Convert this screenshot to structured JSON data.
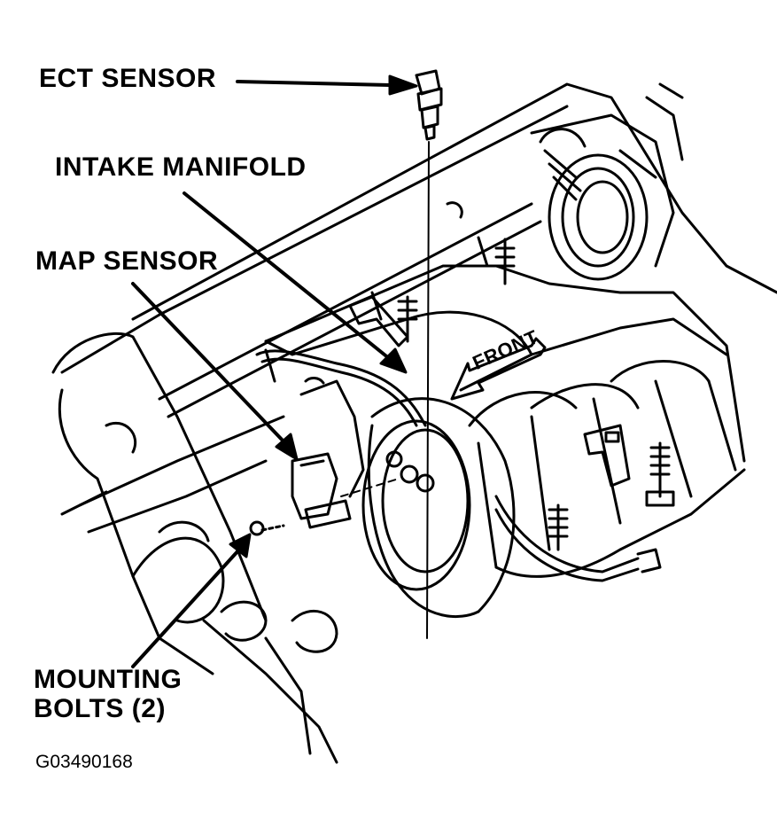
{
  "labels": {
    "ect_sensor": "ECT SENSOR",
    "intake_manifold": "INTAKE MANIFOLD",
    "map_sensor": "MAP SENSOR",
    "mounting_bolts_line1": "MOUNTING",
    "mounting_bolts_line2": "BOLTS (2)",
    "front_marking": "FRONT"
  },
  "figure_id": "G03490168",
  "colors": {
    "ink": "#000000",
    "paper": "#ffffff"
  }
}
